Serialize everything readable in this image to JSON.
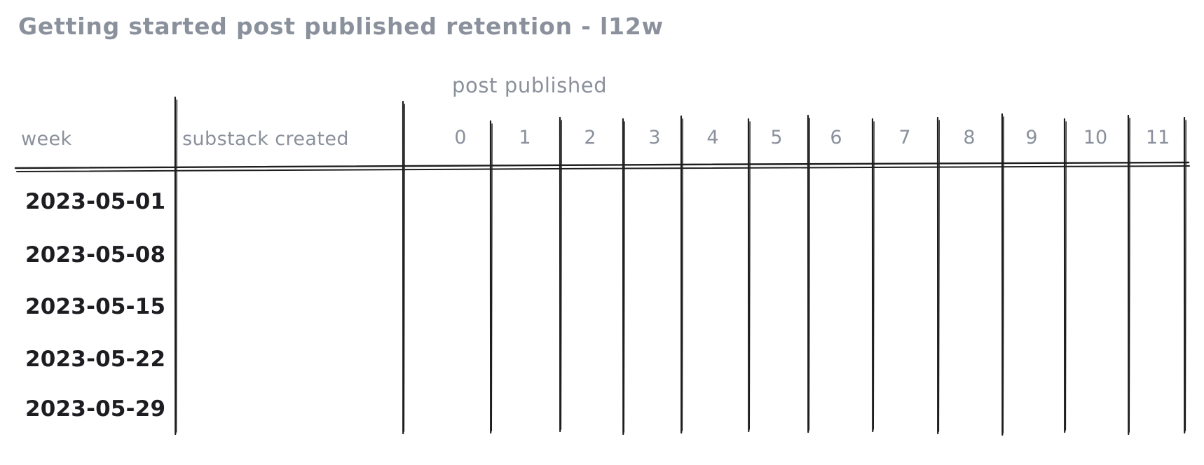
{
  "title": "Getting started post published retention - l12w",
  "table": {
    "group_header": "post published",
    "col_week": "week",
    "col_substack": "substack created",
    "post_cols": [
      "0",
      "1",
      "2",
      "3",
      "4",
      "5",
      "6",
      "7",
      "8",
      "9",
      "10",
      "11"
    ],
    "rows": [
      "2023-05-01",
      "2023-05-08",
      "2023-05-15",
      "2023-05-22",
      "2023-05-29"
    ]
  },
  "colors": {
    "muted_text": "#8a919c",
    "ink": "#1e1e1e",
    "background": "#ffffff"
  },
  "chart_data": {
    "type": "table",
    "title": "Getting started post published retention - l12w",
    "row_header": "week",
    "column_group_label": "post published",
    "columns": [
      "substack created",
      "0",
      "1",
      "2",
      "3",
      "4",
      "5",
      "6",
      "7",
      "8",
      "9",
      "10",
      "11"
    ],
    "row_labels": [
      "2023-05-01",
      "2023-05-08",
      "2023-05-15",
      "2023-05-22",
      "2023-05-29"
    ],
    "cells": [
      [],
      [],
      [],
      [],
      []
    ],
    "layout_hints": {
      "style": "hand-drawn sketch (excalidraw-like)",
      "grid": "vertical column dividers + single header underline, no outer border, no row lines",
      "all_data_cells_blank": true
    }
  }
}
